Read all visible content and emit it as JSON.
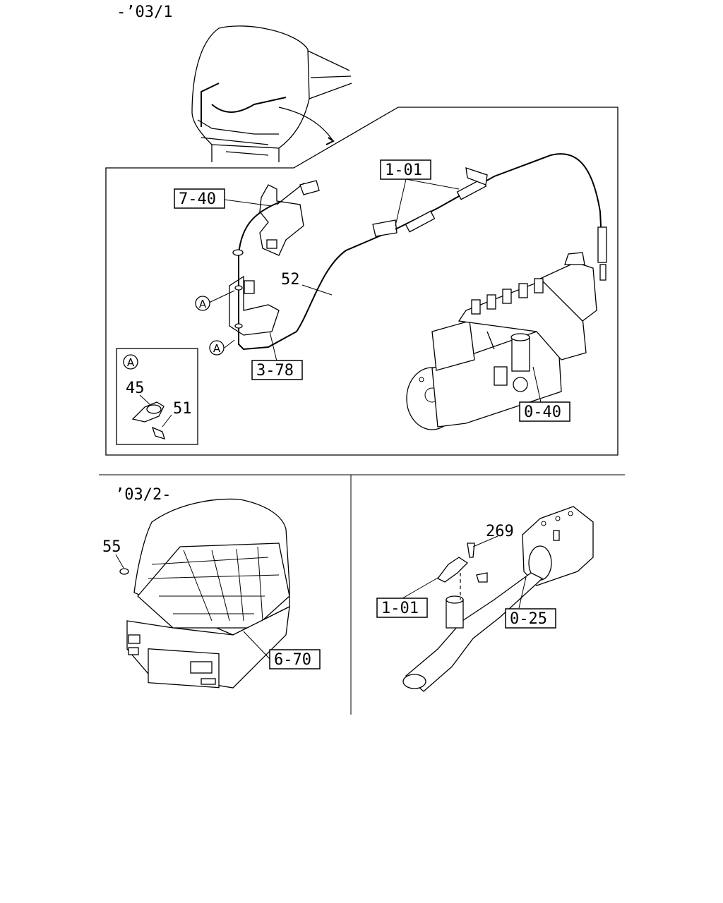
{
  "top_section": {
    "period_label": "-’03/1",
    "callouts": {
      "accel_cable": "1-01",
      "bracket_top": "7-40",
      "cable_number": "52",
      "bracket_bottom": "3-78",
      "injection_pump": "0-40"
    },
    "clip_ref_a": "A",
    "detail_a": {
      "title": "A",
      "clip": "45",
      "bolt": "51"
    }
  },
  "bottom_left": {
    "period_label": "’03/2-",
    "grommet": "55",
    "cab_floor": "6-70"
  },
  "bottom_right": {
    "bolt": "269",
    "accel_cable": "1-01",
    "intake_pipe": "0-25"
  }
}
